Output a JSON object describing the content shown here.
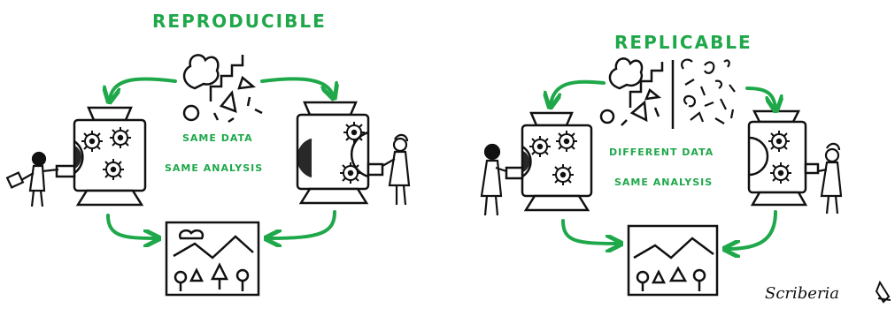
{
  "panels": [
    {
      "title": "REPRODUCIBLE",
      "data_label": "SAME DATA",
      "analysis_label": "SAME ANALYSIS"
    },
    {
      "title": "REPLICABLE",
      "data_label": "DIFFERENT DATA",
      "analysis_label": "SAME ANALYSIS"
    }
  ],
  "credit": "Scriberia",
  "colors": {
    "accent": "#1fa84a",
    "ink": "#111111"
  }
}
